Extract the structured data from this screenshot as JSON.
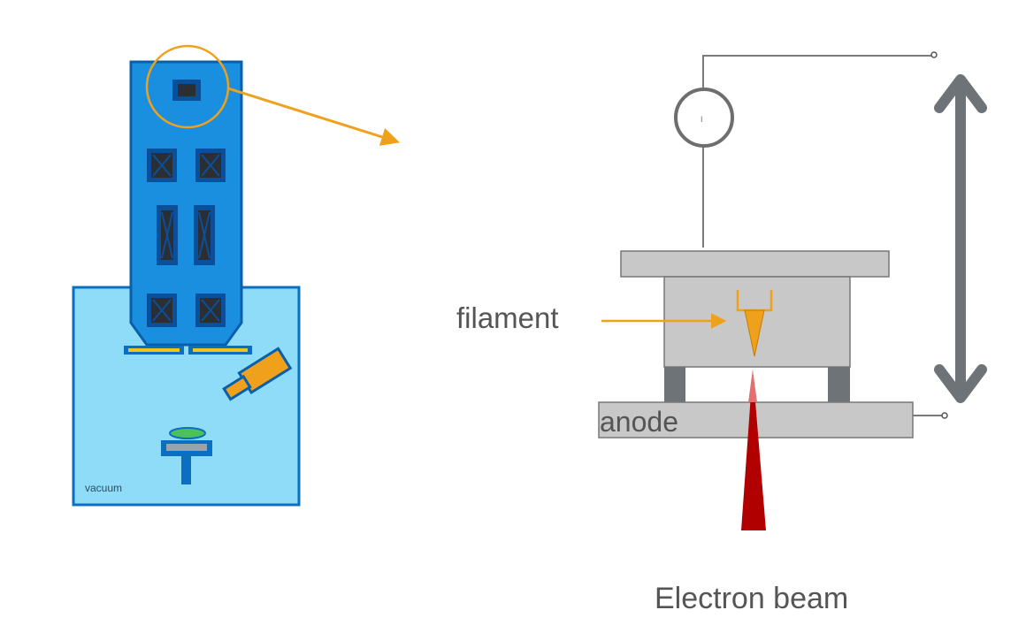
{
  "labels": {
    "vacuum": "vacuum",
    "filament": "filament",
    "anode": "anode",
    "electron_beam": "Electron beam",
    "meter_symbol": "I"
  },
  "colors": {
    "column_fill": "#1a8fdf",
    "column_stroke": "#0a5fab",
    "chamber_fill": "#8fdcf8",
    "chamber_stroke": "#0a6fc0",
    "accent_orange": "#f0a11c",
    "device_gray": "#c8c8c8",
    "device_dark_gray": "#6e7378",
    "beam_red": "#b00000",
    "wire_gray": "#7a7a7a",
    "text_gray": "#555555"
  },
  "icons": {
    "lens_cross": "x-box-icon",
    "callout_arrow": "arrow-right-icon",
    "voltage_arrow": "double-arrow-vertical-icon"
  }
}
